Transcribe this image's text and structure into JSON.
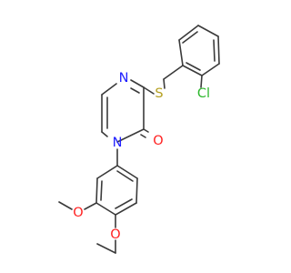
{
  "molecule": {
    "atoms": {
      "s": {
        "label": "S",
        "color": "#b5a020"
      },
      "cl": {
        "label": "Cl",
        "color": "#2db82d"
      },
      "n_ring_top": {
        "label": "N",
        "color": "#2020ff"
      },
      "n_ring_bottom": {
        "label": "N",
        "color": "#2020ff"
      },
      "o_carbonyl": {
        "label": "O",
        "color": "#ff2020"
      },
      "o_methoxy_upper": {
        "label": "O",
        "color": "#ff2020"
      },
      "o_methoxy_lower": {
        "label": "O",
        "color": "#ff2020"
      }
    },
    "bond_color": "#3a3a3a"
  }
}
